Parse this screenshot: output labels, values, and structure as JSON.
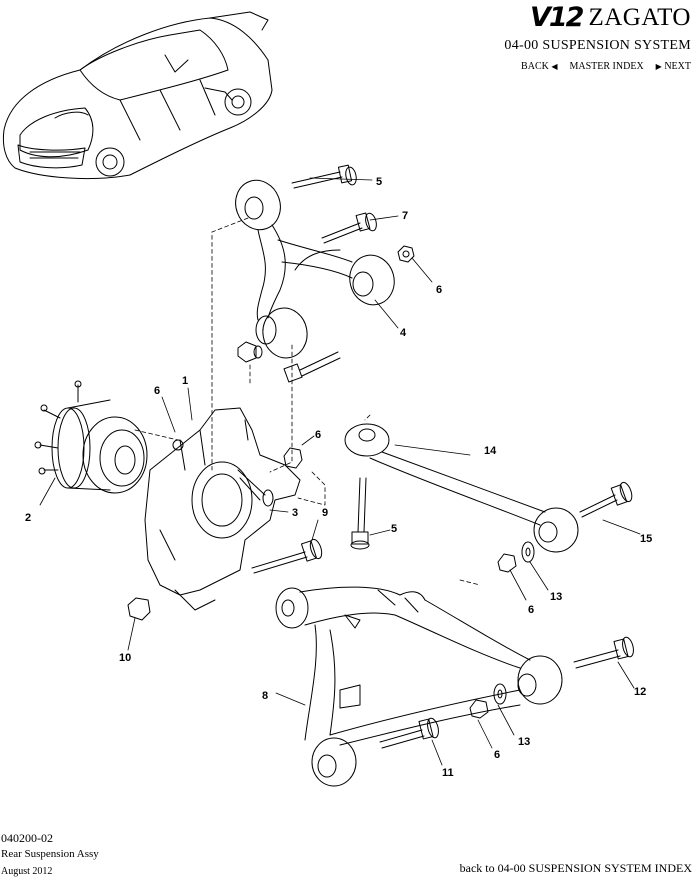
{
  "header": {
    "logo": "V12",
    "brand": "ZAGATO",
    "section_title": "04-00 SUSPENSION SYSTEM",
    "nav": {
      "back": "BACK",
      "master_index": "MASTER INDEX",
      "next": "NEXT"
    }
  },
  "callouts": {
    "c1": "1",
    "c2": "2",
    "c3": "3",
    "c4": "4",
    "c5a": "5",
    "c5b": "5",
    "c6a": "6",
    "c6b": "6",
    "c6c": "6",
    "c6d": "6",
    "c6e": "6",
    "c7": "7",
    "c8": "8",
    "c9": "9",
    "c10": "10",
    "c11": "11",
    "c12": "12",
    "c13a": "13",
    "c13b": "13",
    "c14": "14",
    "c15": "15"
  },
  "footer": {
    "code": "040200-02",
    "description": "Rear Suspension Assy",
    "date": "August 2012",
    "back_link": "back to 04-00 SUSPENSION SYSTEM INDEX"
  }
}
